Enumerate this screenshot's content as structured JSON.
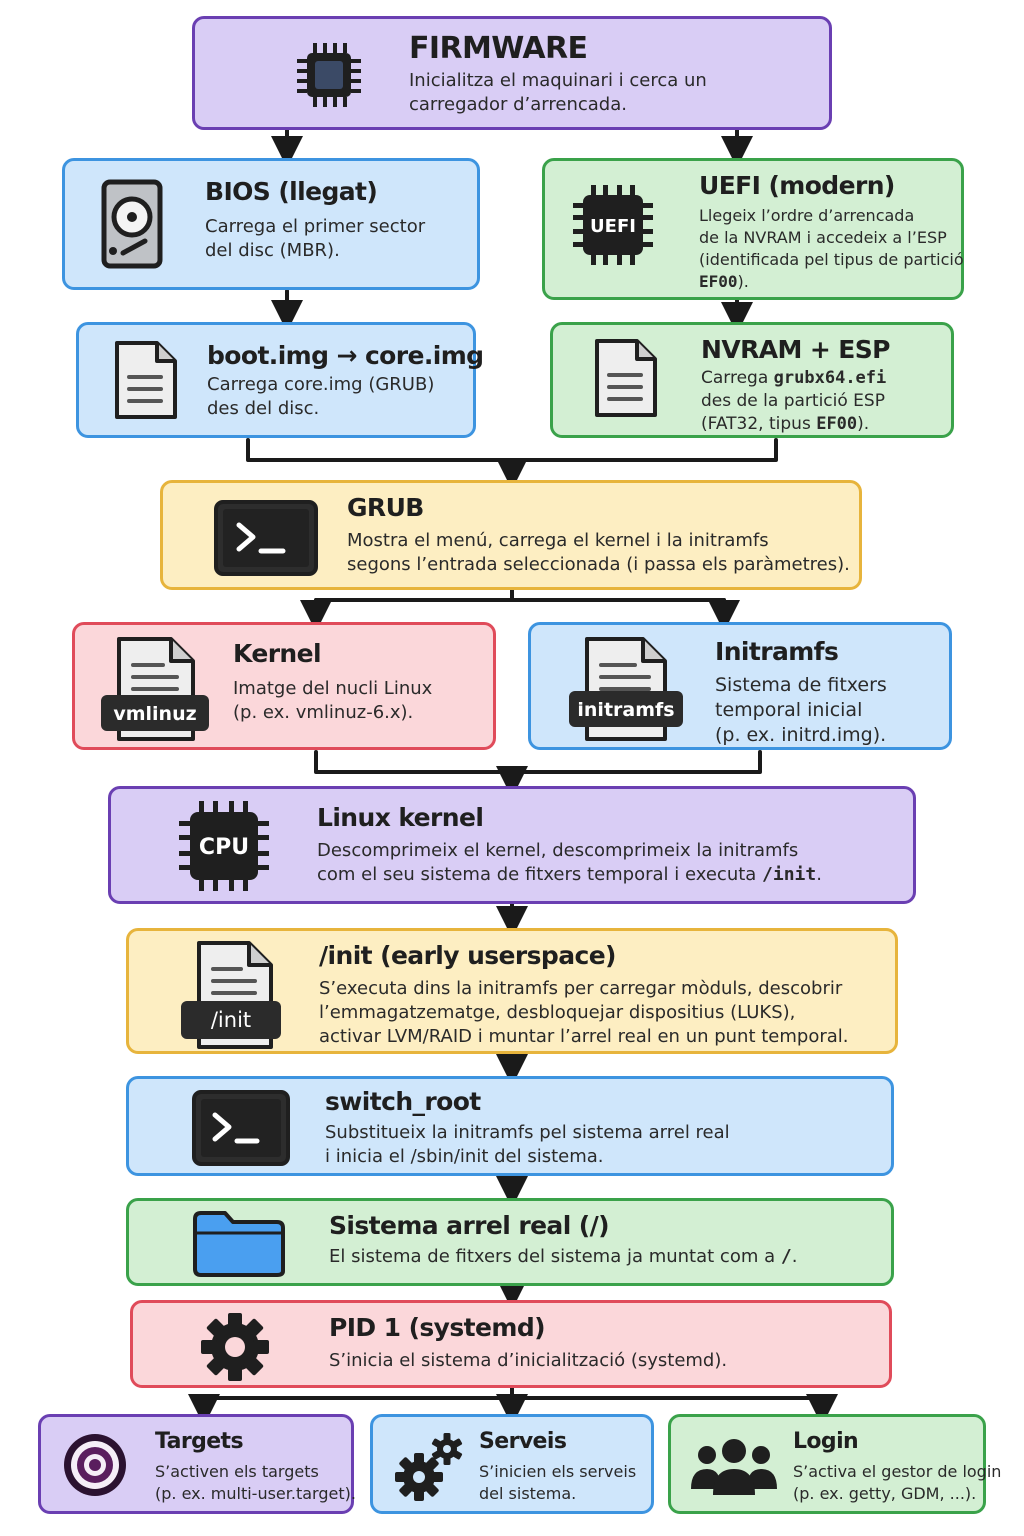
{
  "firmware": {
    "title": "FIRMWARE",
    "desc": [
      "Inicialitza el maquinari i cerca un",
      "carregador d’arrencada."
    ]
  },
  "bios": {
    "title": "BIOS (llegat)",
    "desc": [
      "Carrega el primer sector",
      "del disc (MBR)."
    ]
  },
  "uefi": {
    "title": "UEFI (modern)",
    "icon_label": "UEFI",
    "desc": [
      "Llegeix l’ordre d’arrencada",
      "de la NVRAM i accedeix a l’ESP",
      "(identificada pel tipus de partició"
    ],
    "desc_code": "EF00",
    "desc_tail": ")."
  },
  "bootimg": {
    "title": "boot.img → core.img",
    "desc": [
      "Carrega core.img (GRUB)",
      "des del disc."
    ]
  },
  "nvram": {
    "title": "NVRAM + ESP",
    "desc_pre": "Carrega ",
    "desc_code": "grubx64.efi",
    "desc_mid": "des de la partició ESP",
    "desc_pre2": "(FAT32, tipus ",
    "desc_code2": "EF00",
    "desc_tail": ")."
  },
  "grub": {
    "title": "GRUB",
    "desc": [
      "Mostra el menú, carrega el kernel i la  initramfs",
      "segons l’entrada seleccionada (i passa els paràmetres)."
    ]
  },
  "kernel": {
    "title": "Kernel",
    "badge": "vmlinuz",
    "desc": [
      "Imatge del nucli Linux",
      "(p. ex. vmlinuz-6.x)."
    ]
  },
  "initramfs": {
    "title": "Initramfs",
    "badge": "initramfs",
    "desc": [
      "Sistema de fitxers",
      "temporal inicial",
      "(p. ex. initrd.img)."
    ]
  },
  "linux_kernel": {
    "title": "Linux kernel",
    "icon_label": "CPU",
    "desc1": "Descomprimeix el kernel, descomprimeix la initramfs",
    "desc2_pre": "com el seu sistema de fitxers temporal i executa ",
    "desc2_code": "/init",
    "desc2_tail": "."
  },
  "init": {
    "title": "/init (early userspace)",
    "badge": "/init",
    "desc": [
      "S’executa dins la initramfs per carregar mòduls, descobrir",
      "l’emmagatzematge, desbloquejar dispositius (LUKS),",
      "activar LVM/RAID i muntar l’arrel real en un punt temporal."
    ]
  },
  "switch_root": {
    "title": "switch_root",
    "desc": [
      "Substitueix la initramfs pel sistema arrel real",
      "i inicia el /sbin/init del sistema."
    ]
  },
  "rootfs": {
    "title": "Sistema arrel real (/)",
    "desc_pre": "El sistema de fitxers del sistema ja muntat com a ",
    "desc_code": "/",
    "desc_tail": "."
  },
  "pid1": {
    "title": "PID 1 (systemd)",
    "desc": [
      "S’inicia el sistema d’inicialització (systemd)."
    ]
  },
  "targets": {
    "title": "Targets",
    "desc": [
      "S’activen els targets",
      "(p. ex. multi-user.target)."
    ]
  },
  "serveis": {
    "title": "Serveis",
    "desc": [
      "S’inicien els serveis",
      "del sistema."
    ]
  },
  "login": {
    "title": "Login",
    "desc": [
      "S’activa el gestor de login",
      "(p. ex. getty, GDM, ...)."
    ]
  },
  "colors": {
    "purple": "#d9cdf5",
    "blue": "#cfe6fb",
    "green": "#d3efd3",
    "yellow": "#fdeec2",
    "red": "#fbd7da",
    "arrow": "#1a1a1a"
  }
}
